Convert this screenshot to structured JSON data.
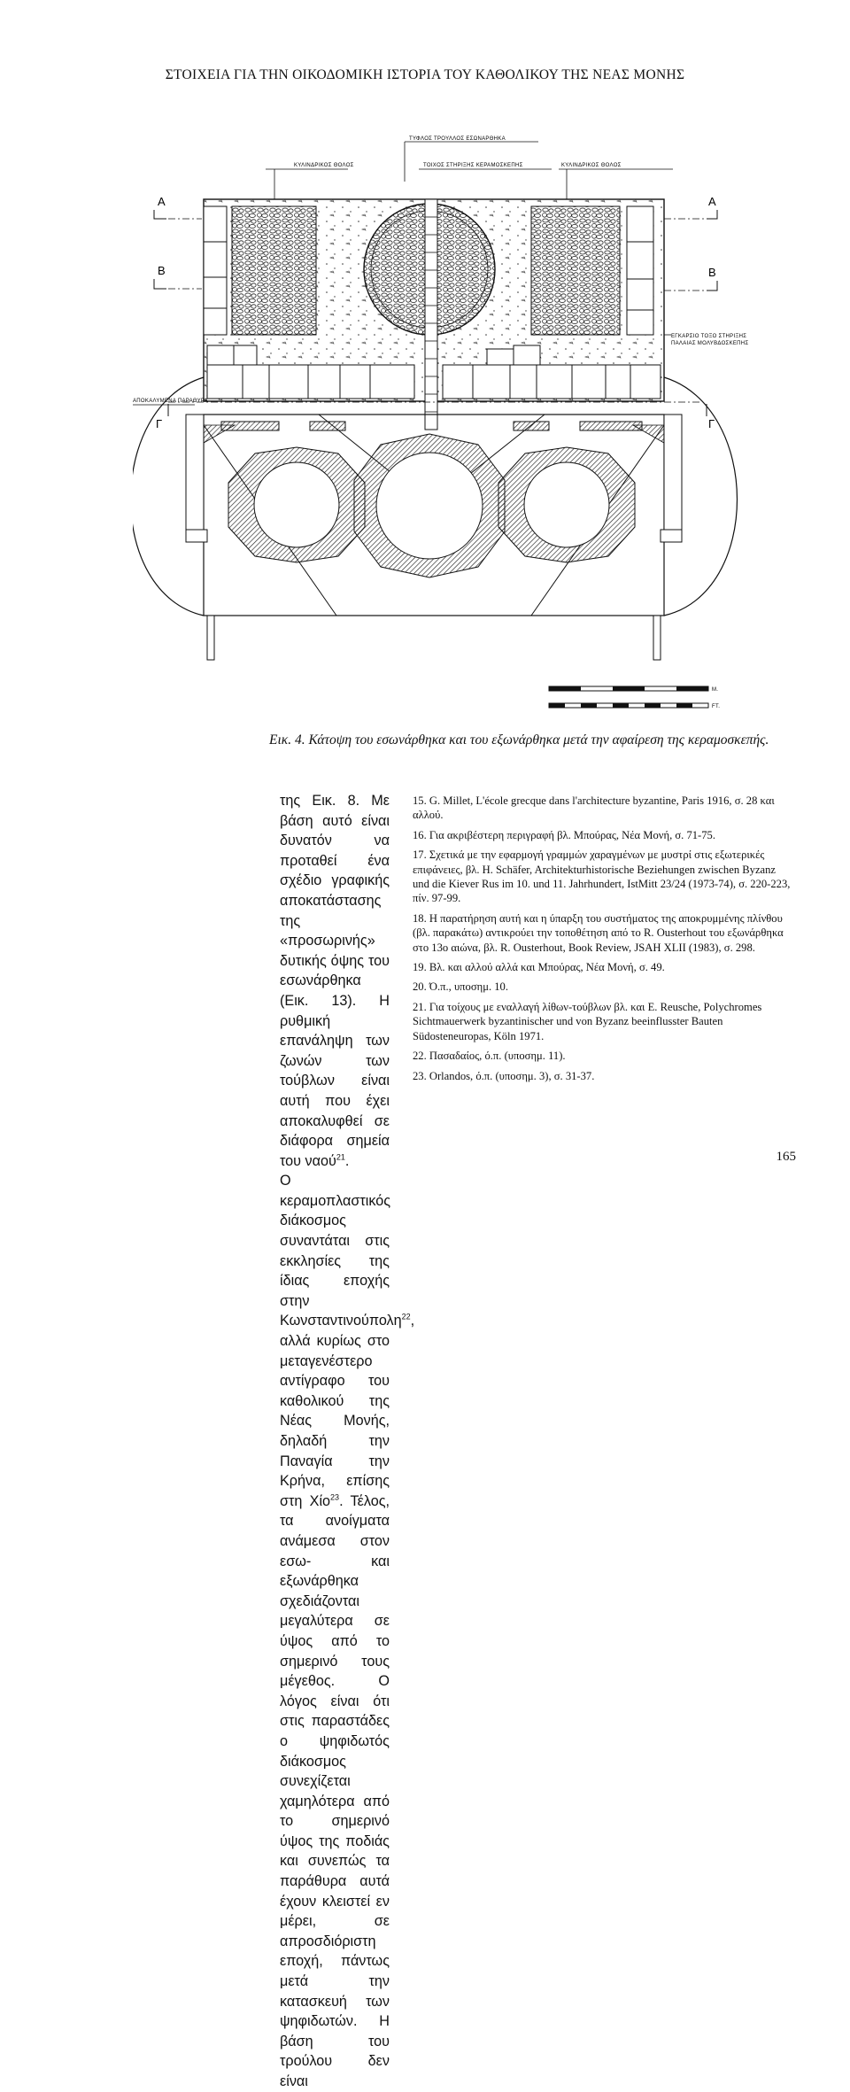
{
  "header": {
    "title": "ΣΤΟΙΧΕΙΑ ΓΙΑ ΤΗΝ ΟΙΚΟΔΟΜΙΚΗ ΙΣΤΟΡΙΑ ΤΟΥ ΚΑΘΟΛΙΚΟΥ ΤΗΣ ΝΕΑΣ ΜΟΝΗΣ"
  },
  "figure": {
    "labels": {
      "tyflos": "ΤΥΦΛΟΣ ΤΡΟΥΛΛΟΣ ΕΣΩΝΑΡΘΗΚΑ",
      "kyl_left": "ΚΥΛΙΝΔΡΙΚΟΣ ΘΟΛΟΣ",
      "toichos": "ΤΟΙΧΟΣ ΣΤΗΡΙΞΗΣ ΚΕΡΑΜΟΣΚΕΠΗΣ",
      "kyl_right": "ΚΥΛΙΝΔΡΙΚΟΣ ΘΟΛΟΣ",
      "egkarsio1": "ΕΓΚΑΡΣΙΟ ΤΟΞΟ ΣΤΗΡΙΞΗΣ",
      "egkarsio2": "ΠΑΛΑΙΑΣ ΜΟΛΥΒΔΟΣΚΕΠΗΣ",
      "apokal": "ΑΠΟΚΑΛΥΜΕΝΑ ΠΑΡΑΘΥΡΑ",
      "A": "A",
      "B": "B",
      "G": "Γ",
      "scale_m": "M.",
      "scale_ft": "FT."
    },
    "caption": "Εικ. 4. Κάτοψη του εσωνάρθηκα και του εξωνάρθηκα μετά την αφαίρεση της κεραμοσκεπής."
  },
  "body": {
    "l1": "της Εικ. 8. Με βάση αυτό είναι δυνατόν να προταθεί ένα σχέδιο γραφικής αποκατάστασης της «προσωρινής» δυτικής όψης του εσωνάρθηκα (Εικ. 13). Η ρυθμική επανάληψη των ζωνών των τούβλων είναι αυτή που έχει αποκαλυφθεί σε διάφορα σημεία του ναού",
    "s21": "21",
    "l1b": ".",
    "p2a": "Ο κεραμοπλαστικός διάκοσμος συναντάται στις εκκλησίες της ίδιας εποχής στην Κωνσταντινούπολη",
    "s22": "22",
    "p2b": ", αλλά κυρίως στο μεταγενέστερο αντίγραφο του καθολικού της Νέας Μονής, δηλαδή την Παναγία την Κρήνα, επίσης στη Χίο",
    "s23": "23",
    "p2c": ". Τέλος, τα ανοίγματα ανάμεσα στον εσω- και εξωνάρθηκα σχεδιάζονται μεγαλύτερα σε ύψος από το σημερινό τους μέγεθος. Ο λόγος είναι ότι στις παραστάδες ο ψηφιδωτός διάκοσμος συνεχίζεται χαμηλότερα από το σημερινό ύψος της ποδιάς και συνεπώς τα παράθυρα αυτά έχουν κλειστεί εν μέρει, σε απροσδιόριστη εποχή, πάντως μετά την κατασκευή των ψηφιδωτών. Η βάση του τρούλου δεν είναι"
  },
  "notes": [
    "15. G. Millet, L'école grecque dans l'architecture byzantine, Paris 1916, σ. 28 και αλλού.",
    "16. Για ακριβέστερη περιγραφή βλ. Μπούρας, Νέα Μονή, σ. 71-75.",
    "17. Σχετικά με την εφαρμογή γραμμών χαραγμένων με μυστρί στις εξωτερικές επιφάνειες, βλ. H. Schäfer, Architekturhistorische Beziehungen zwischen Byzanz und die Kiever Rus im 10. und 11. Jahrhundert, IstMitt 23/24 (1973-74), σ. 220-223, πίν. 97-99.",
    "18. Η παρατήρηση αυτή και η ύπαρξη του συστήματος της αποκρυμμένης πλίνθου (βλ. παρακάτω) αντικρούει την τοποθέτηση από το R. Ousterhout του εξωνάρθηκα στο 13ο αιώνα, βλ. R. Ousterhout, Book Review, JSAH XLII (1983), σ. 298.",
    "19. Βλ. και αλλού αλλά και Μπούρας, Νέα Μονή, σ. 49.",
    "20. Ό.π., υποσημ. 10.",
    "21. Για τοίχους με εναλλαγή λίθων-τούβλων βλ. και E. Reusche, Polychromes Sichtmauerwerk byzantinischer und von Byzanz beeinflusster Bauten Südosteneuropas, Köln 1971.",
    "22. Πασαδαίος, ό.π. (υποσημ. 11).",
    "23. Orlandos, ό.π. (υποσημ. 3), σ. 31-37."
  ],
  "page_number": "165"
}
